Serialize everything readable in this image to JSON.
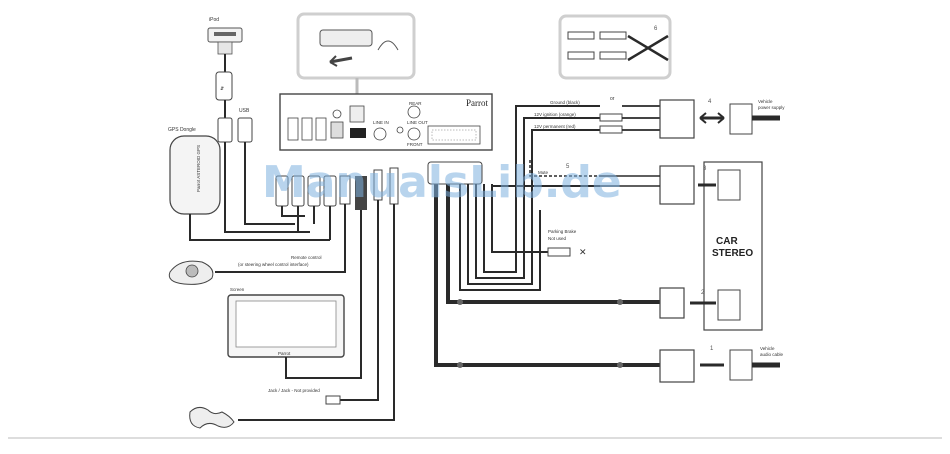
{
  "labels": {
    "ipod": "iPod",
    "usb": "USB",
    "gps": "GPS Dongle",
    "gps_device": "Parrot ASTEROID GPS",
    "remote_1": "Remote control",
    "remote_2": "(or steering wheel control interface)",
    "screen": "Screen",
    "screen_brand": "Parrot",
    "jack": "Jack / Jack - Not provided",
    "parrot_brand": "Parrot",
    "line_in": "LINE IN",
    "rear": "REAR",
    "front": "FRONT",
    "line_out": "LINE OUT",
    "ground": "Ground (black)",
    "ignition": "12V ignition (orange)",
    "permanent": "12V permanent (red)",
    "mute": "Mute",
    "parking_1": "Parking Brake",
    "parking_2": "Not used",
    "or": "or",
    "power_1": "Vehicle",
    "power_2": "power supply",
    "audio_1": "Vehicle",
    "audio_2": "audio cable",
    "car_1": "CAR",
    "car_2": "STEREO",
    "watermark": "ManualsLib.de"
  },
  "callouts": [
    "1",
    "2",
    "3",
    "4",
    "5",
    "6"
  ],
  "colors": {
    "cable": "#2a2a2a",
    "box": "#bfbfbf",
    "watermark": "#7fb2e0"
  }
}
